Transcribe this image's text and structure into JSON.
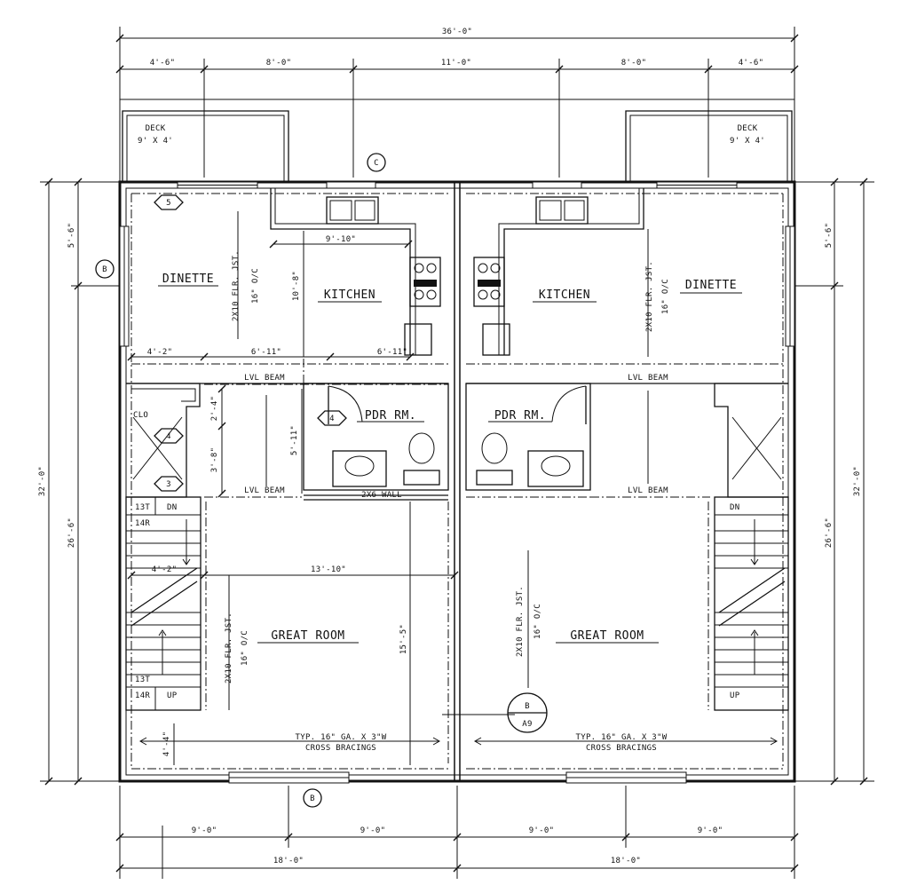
{
  "rooms": {
    "left_dinette": "DINETTE",
    "right_dinette": "DINETTE",
    "left_kitchen": "KITCHEN",
    "right_kitchen": "KITCHEN",
    "left_pdr": "PDR RM.",
    "right_pdr": "PDR RM.",
    "left_great": "GREAT ROOM",
    "right_great": "GREAT ROOM",
    "clo": "CLO"
  },
  "decks": {
    "left_title": "DECK",
    "left_size": "9' X 4'",
    "right_title": "DECK",
    "right_size": "9' X 4'"
  },
  "notes": {
    "lvl_beam": "LVL BEAM",
    "wall_2x6": "2X6 WALL",
    "joist_a": "2X10 FLR. JST.",
    "joist_b": "16\" O/C",
    "bracing_a": "TYP. 16\" GA. X 3\"W",
    "bracing_b": "CROSS BRACINGS"
  },
  "stairs": {
    "t13": "13T",
    "r14": "14R",
    "dn": "DN",
    "up": "UP"
  },
  "tags": {
    "b": "B",
    "c": "C",
    "five": "5",
    "four": "4",
    "three": "3",
    "a9": "A9"
  },
  "dims": {
    "overall_width": "36'-0\"",
    "top_4_6": "4'-6\"",
    "top_8_0": "8'-0\"",
    "top_11_0": "11'-0\"",
    "bottom_9_0": "9'-0\"",
    "bottom_18_0": "18'-0\"",
    "side_32_0": "32'-0\"",
    "side_5_6": "5'-6\"",
    "side_26_6": "26'-6\"",
    "d_9_10": "9'-10\"",
    "d_10_8": "10'-8\"",
    "d_4_2": "4'-2\"",
    "d_6_11": "6'-11\"",
    "d_2_4": "2'-4\"",
    "d_3_8": "3'-8\"",
    "d_5_11": "5'-11\"",
    "d_13_10": "13'-10\"",
    "d_15_5": "15'-5\"",
    "d_4_4": "4'-4\""
  }
}
